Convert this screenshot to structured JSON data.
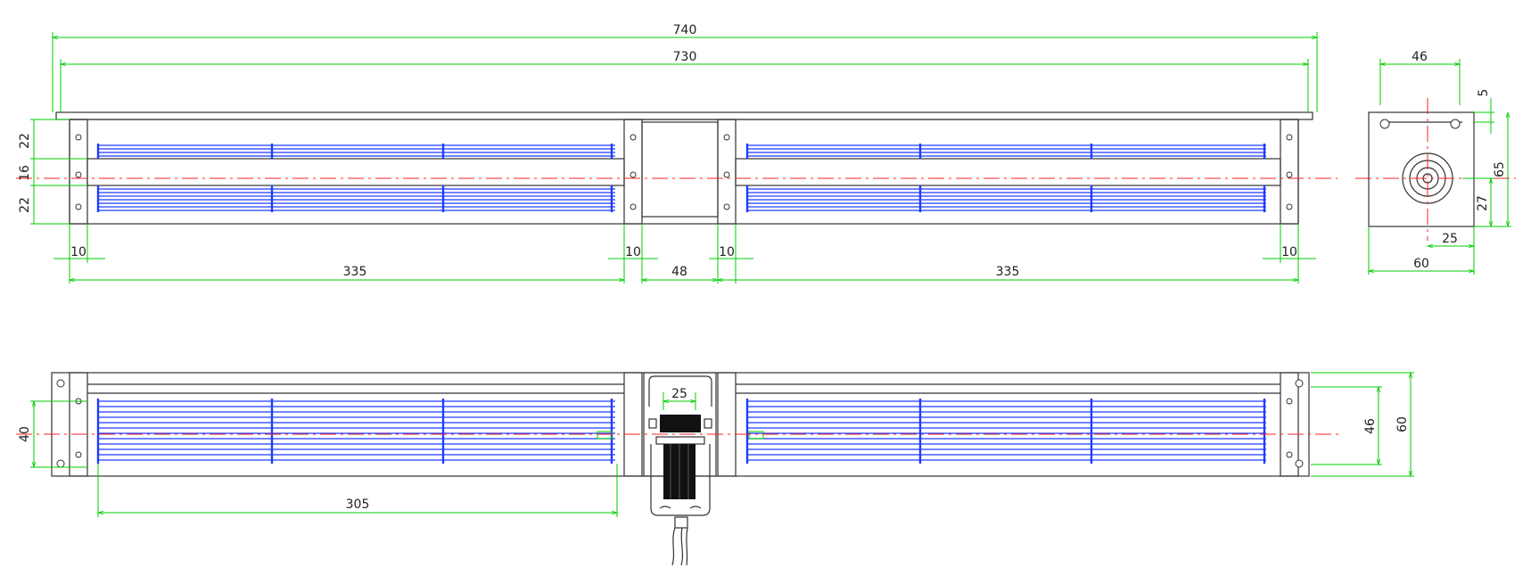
{
  "diagram": {
    "front_view_dims": {
      "overall_length": "740",
      "inner_length": "730",
      "left_section": "335",
      "right_section": "335",
      "motor_gap": "48",
      "flange_left": "10",
      "flange_mid_left": "10",
      "flange_mid_right": "10",
      "flange_right": "10",
      "height_top": "22",
      "height_mid": "16",
      "height_bottom": "22"
    },
    "side_view_dims": {
      "width_top": "46",
      "offset_top": "5",
      "total_height": "65",
      "center_height": "27",
      "center_offset": "25",
      "width_bottom": "60"
    },
    "bottom_view_dims": {
      "motor_width": "25",
      "blade_length": "305",
      "impeller_height": "40",
      "mount_height": "46",
      "total_height": "60"
    }
  },
  "colors": {
    "dimension": "#00cc00",
    "outline": "#333333",
    "blade": "#1e3cff",
    "centerline": "#ff2020"
  }
}
